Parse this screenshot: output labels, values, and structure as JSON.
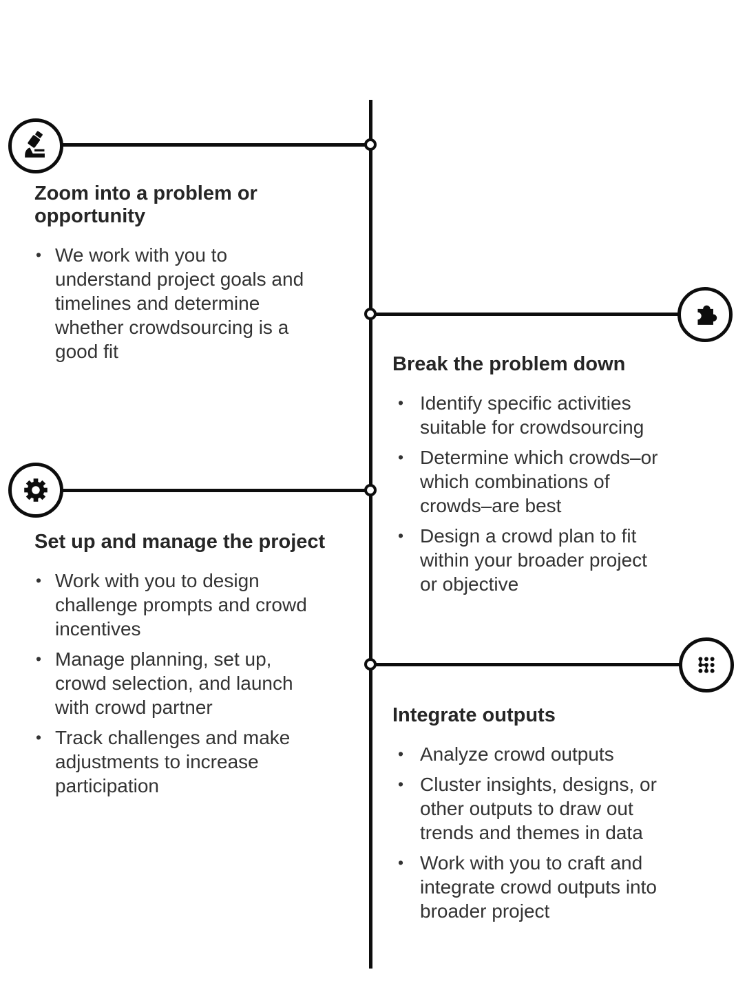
{
  "diagram": {
    "type": "vertical-timeline-process",
    "colors": {
      "line": "#0d0d0d",
      "title_text": "#262626",
      "body_text": "#333333",
      "background": "#ffffff"
    },
    "steps": [
      {
        "side": "left",
        "icon": "microscope",
        "title": "Zoom into a problem or opportunity",
        "bullets": [
          "We work with you to understand project goals and timelines and determine whether crowdsourcing is a good fit"
        ]
      },
      {
        "side": "right",
        "icon": "puzzle-piece",
        "title": "Break the problem down",
        "bullets": [
          "Identify specific activities suitable for crowdsourcing",
          "Determine which crowds–or which combinations of crowds–are best",
          "Design a crowd plan to fit within your broader project or objective"
        ]
      },
      {
        "side": "left",
        "icon": "gear",
        "title": "Set up and manage the project",
        "bullets": [
          "Work with you to design challenge prompts and crowd incentives",
          "Manage planning, set up, crowd selection, and launch with crowd partner",
          "Track challenges and make adjustments to increase participation"
        ]
      },
      {
        "side": "right",
        "icon": "dots-grid-connected",
        "title": "Integrate outputs",
        "bullets": [
          "Analyze crowd outputs",
          "Cluster insights, designs, or other outputs to draw out trends and themes in data",
          "Work with you to craft and integrate crowd outputs into broader project"
        ]
      }
    ]
  }
}
